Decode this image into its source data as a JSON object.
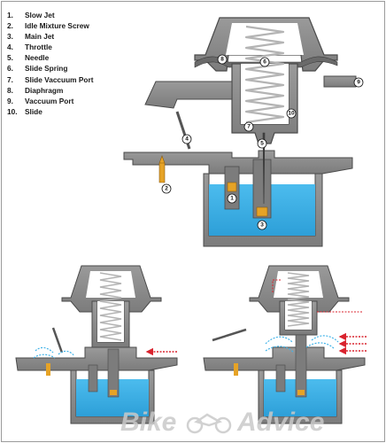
{
  "legend": [
    {
      "num": "1.",
      "label": "Slow Jet"
    },
    {
      "num": "2.",
      "label": "Idle Mixture Screw"
    },
    {
      "num": "3.",
      "label": "Main Jet"
    },
    {
      "num": "4.",
      "label": "Throttle"
    },
    {
      "num": "5.",
      "label": "Needle"
    },
    {
      "num": "6.",
      "label": "Slide Spring"
    },
    {
      "num": "7.",
      "label": "Slide Vaccuum Port"
    },
    {
      "num": "8.",
      "label": "Diaphragm"
    },
    {
      "num": "9.",
      "label": "Vaccuum Port"
    },
    {
      "num": "10.",
      "label": "Slide"
    }
  ],
  "callouts": [
    "1",
    "2",
    "3",
    "4",
    "5",
    "6",
    "7",
    "8",
    "9",
    "10"
  ],
  "watermark": {
    "left": "Bike",
    "right": "Advice"
  },
  "colors": {
    "body": "#8c8c8c",
    "body_dark": "#5a5a5a",
    "fuel": "#41b3e8",
    "spring": "#bdbdbd",
    "jet": "#e6a326",
    "airflow": "#d9232e"
  }
}
